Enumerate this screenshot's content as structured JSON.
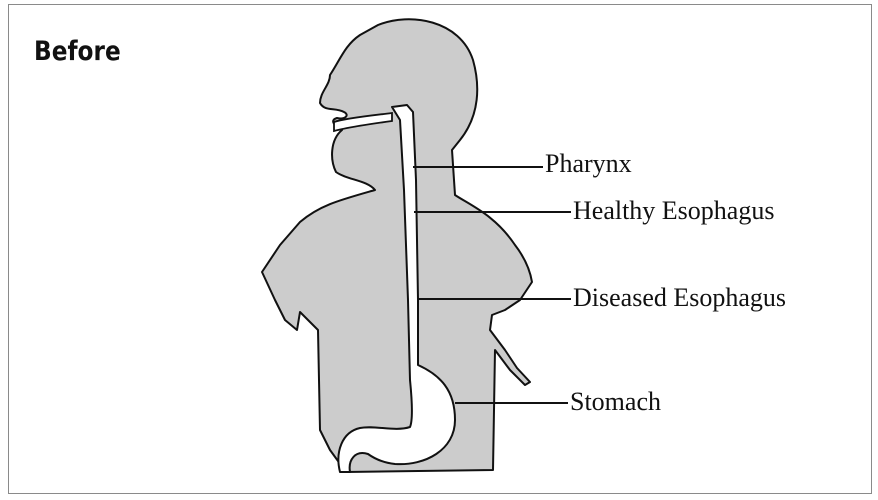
{
  "title": "Before",
  "labels": {
    "pharynx": "Pharynx",
    "healthy_esophagus": "Healthy Esophagus",
    "diseased_esophagus": "Diseased Esophagus",
    "stomach": "Stomach"
  },
  "colors": {
    "body_fill": "#cccccc",
    "outline": "#111111",
    "frame": "#8a8a8a"
  }
}
